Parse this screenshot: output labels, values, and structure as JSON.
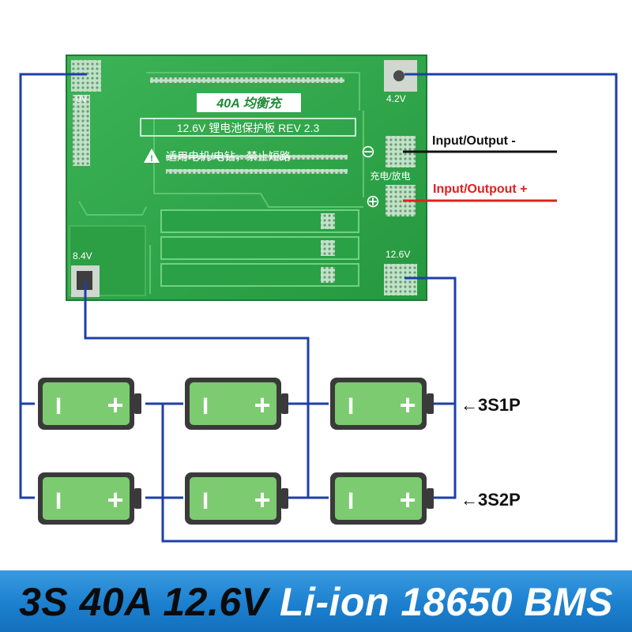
{
  "board": {
    "badge": "40A 均衡充",
    "title": "12.6V 锂电池保护板 REV 2.3",
    "warning": "适用电机/电钻，禁止短路",
    "charge_label": "充电/放电",
    "pads": {
      "p0": "0V",
      "p42": "4.2V",
      "p84": "8.4V",
      "p126": "12.6V"
    },
    "minus_symbol": "⊖",
    "plus_symbol": "⊕"
  },
  "labels": {
    "output_minus": "Input/Output -",
    "output_plus": "Input/Outpout +",
    "row1": "←3S1P",
    "row2": "←3S2P"
  },
  "cell": {
    "minus": "I",
    "plus": "+"
  },
  "banner": {
    "part1": "3S 40A 12.6V ",
    "part2": "Li-ion 18650 BMS"
  },
  "colors": {
    "wire": "#1d3fa8",
    "board": "#2fa64a",
    "battery_body": "#7ccb70",
    "battery_border": "#3a3a3a",
    "banner": "#1b80cf",
    "output_plus": "#e02020"
  }
}
